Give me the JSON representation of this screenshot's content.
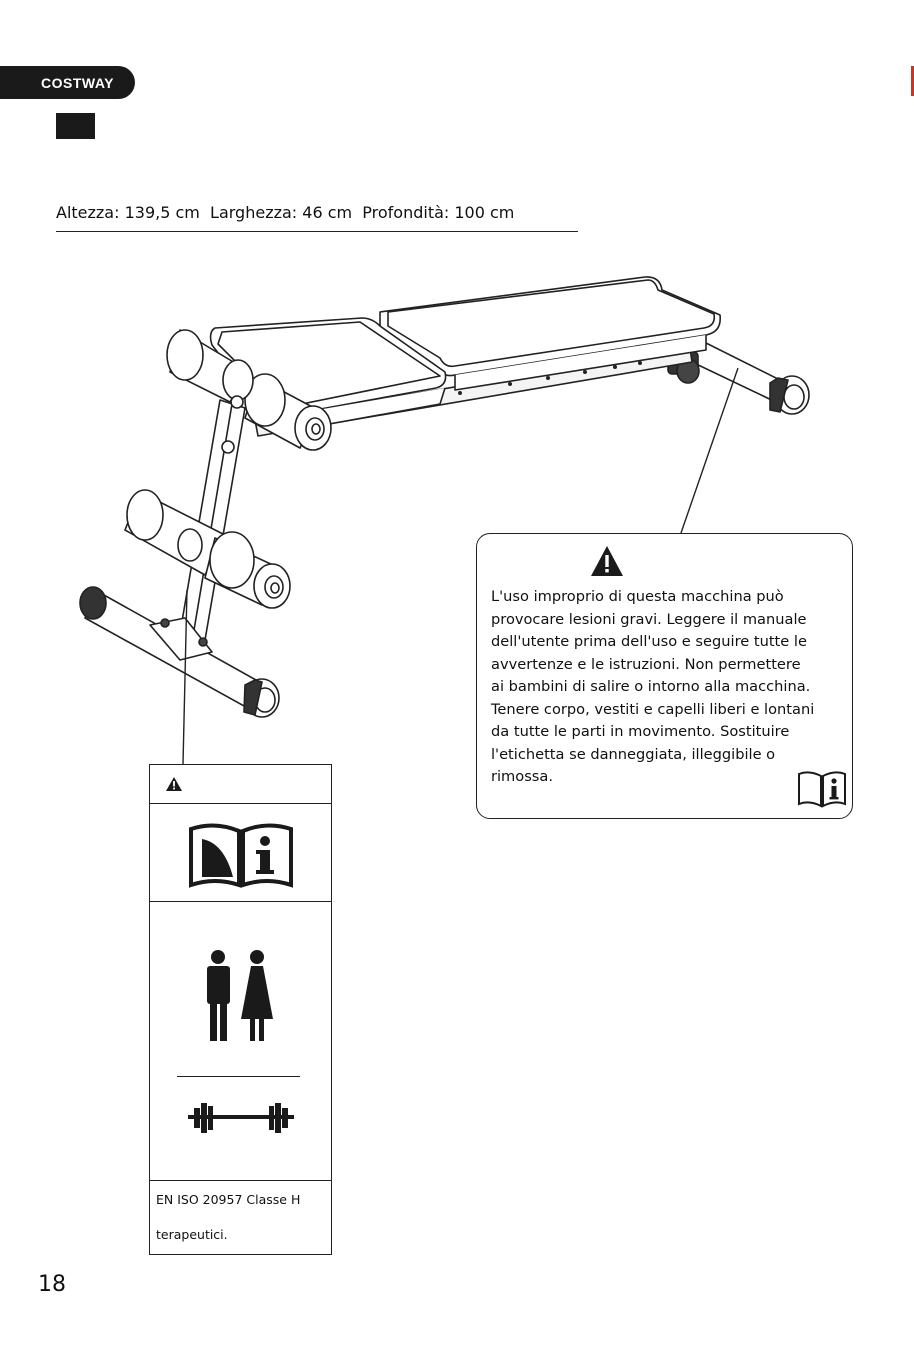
{
  "header": {
    "brand": "COSTWAY"
  },
  "dimensions": {
    "text": "Altezza: 139,5 cm  Larghezza: 46 cm  Profondità: 100 cm"
  },
  "warning_callout": {
    "lines": [
      "L'uso improprio di questa macchina può",
      "provocare lesioni gravi. Leggere il manuale",
      "dell'utente prima dell'uso e seguire tutte le",
      "avvertenze e le istruzioni. Non permettere",
      "ai bambini di salire o intorno alla macchina.",
      "Tenere corpo, vestiti e capelli liberi e lontani",
      "da tutte le parti in movimento. Sostituire",
      "l'etichetta se danneggiata, illeggibile o",
      "rimossa."
    ],
    "icons": [
      "warning-triangle-icon",
      "read-manual-icon"
    ]
  },
  "label_panel": {
    "standard": "EN ISO 20957 Classe H",
    "footnote": "terapeutici.",
    "icons": [
      "warning-triangle-icon",
      "read-manual-icon",
      "person-pair-icon",
      "barbell-icon"
    ]
  },
  "page": {
    "number": "18"
  },
  "colors": {
    "brand_tab": "#1a1a1a",
    "edge_mark": "#c0392b"
  }
}
